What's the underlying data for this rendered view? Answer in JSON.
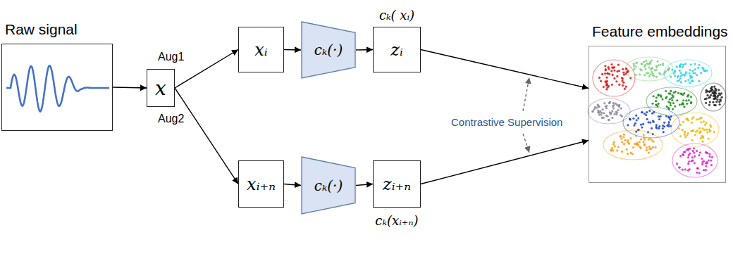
{
  "diagram": {
    "nodes": [
      {
        "text": [
          "Raw signal"
        ]
      },
      {
        "text": [
          "x"
        ]
      },
      {
        "text": [
          "xᵢ"
        ]
      },
      {
        "text": [
          "cₖ(·)"
        ]
      },
      {
        "text": [
          "cₖ( xᵢ)",
          "zᵢ"
        ]
      },
      {
        "text": [
          "xᵢ₊ₙ"
        ]
      },
      {
        "text": [
          "cₖ(·)"
        ]
      },
      {
        "text": [
          "zᵢ₊ₙ",
          "cₖ(xᵢ₊ₙ)"
        ]
      },
      {
        "text": [
          "Feature embeddings"
        ]
      }
    ],
    "edges": [
      {
        "from": 0,
        "to": 1,
        "arrow": "to"
      },
      {
        "from": 1,
        "to": 2,
        "label": "Aug1",
        "arrow": "to"
      },
      {
        "from": 1,
        "to": 5,
        "label": "Aug2",
        "arrow": "to"
      },
      {
        "from": 2,
        "to": 3,
        "arrow": "to"
      },
      {
        "from": 3,
        "to": 4,
        "arrow": "to"
      },
      {
        "from": 5,
        "to": 6,
        "arrow": "to"
      },
      {
        "from": 6,
        "to": 7,
        "arrow": "to"
      },
      {
        "from": 4,
        "to": 8,
        "arrow": "to"
      },
      {
        "from": 7,
        "to": 8,
        "arrow": "to"
      }
    ],
    "labels": [
      "Contrastive Supervision"
    ]
  }
}
